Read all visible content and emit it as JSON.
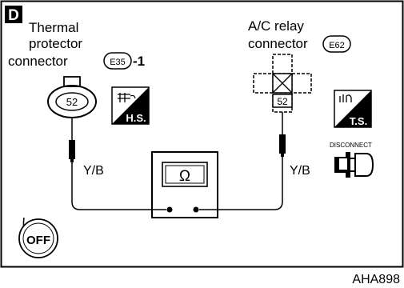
{
  "step_letter": "D",
  "left_connector": {
    "line1": "Thermal",
    "line2": "protector",
    "line3_prefix": "connector",
    "connector_id": "E35",
    "suffix": "-1",
    "pin": "52"
  },
  "right_connector": {
    "line1": "A/C relay",
    "line2_prefix": "connector",
    "connector_id": "E62",
    "pin": "52"
  },
  "badges": {
    "hs": "H.S.",
    "ts": "T.S.",
    "disconnect": "DISCONNECT",
    "off": "OFF"
  },
  "wire_left": "Y/B",
  "wire_right": "Y/B",
  "meter_symbol": "Ω",
  "figure_code": "AHA898"
}
